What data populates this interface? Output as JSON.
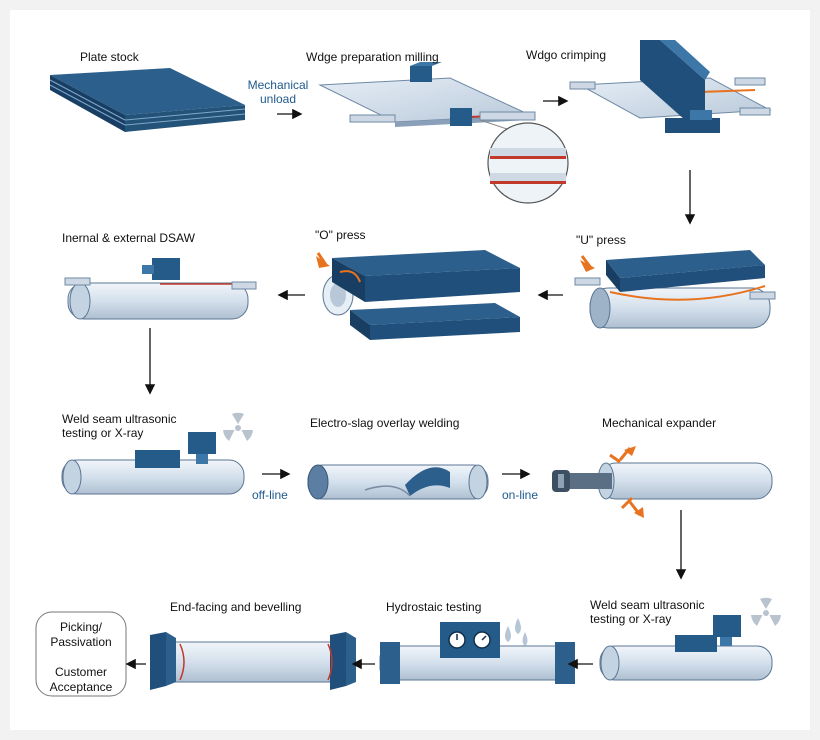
{
  "steps": {
    "plate_stock": "Plate stock",
    "edge_milling": "Wdge preparation milling",
    "edge_crimping": "Wdgo crimping",
    "u_press": "\"U\" press",
    "o_press": "\"O\" press",
    "dsaw": "Inernal & external DSAW",
    "ut_first_1": "Weld seam ultrasonic",
    "ut_first_2": "testing or X-ray",
    "electroslag": "Electro-slag overlay welding",
    "expander": "Mechanical expander",
    "ut_final_1": "Weld seam ultrasonic",
    "ut_final_2": "testing or X-ray",
    "hydrostatic": "Hydrostaic testing",
    "end_facing": "End-facing and bevelling",
    "final_1": "Picking/",
    "final_2": "Passivation",
    "final_3": "Customer",
    "final_4": "Acceptance"
  },
  "notes": {
    "mech_unload_1": "Mechanical",
    "mech_unload_2": "unload",
    "off_line": "off-line",
    "on_line": "on-line"
  },
  "colors": {
    "steel_dark": "#1f4f7a",
    "steel_light": "#d6e2ee",
    "weld": "#c0392b",
    "arrow_orange": "#e8731e",
    "note_blue": "#1e5a8c"
  },
  "icons": [
    "radiation-icon",
    "water-drop-icon",
    "pressure-gauge-icon"
  ]
}
